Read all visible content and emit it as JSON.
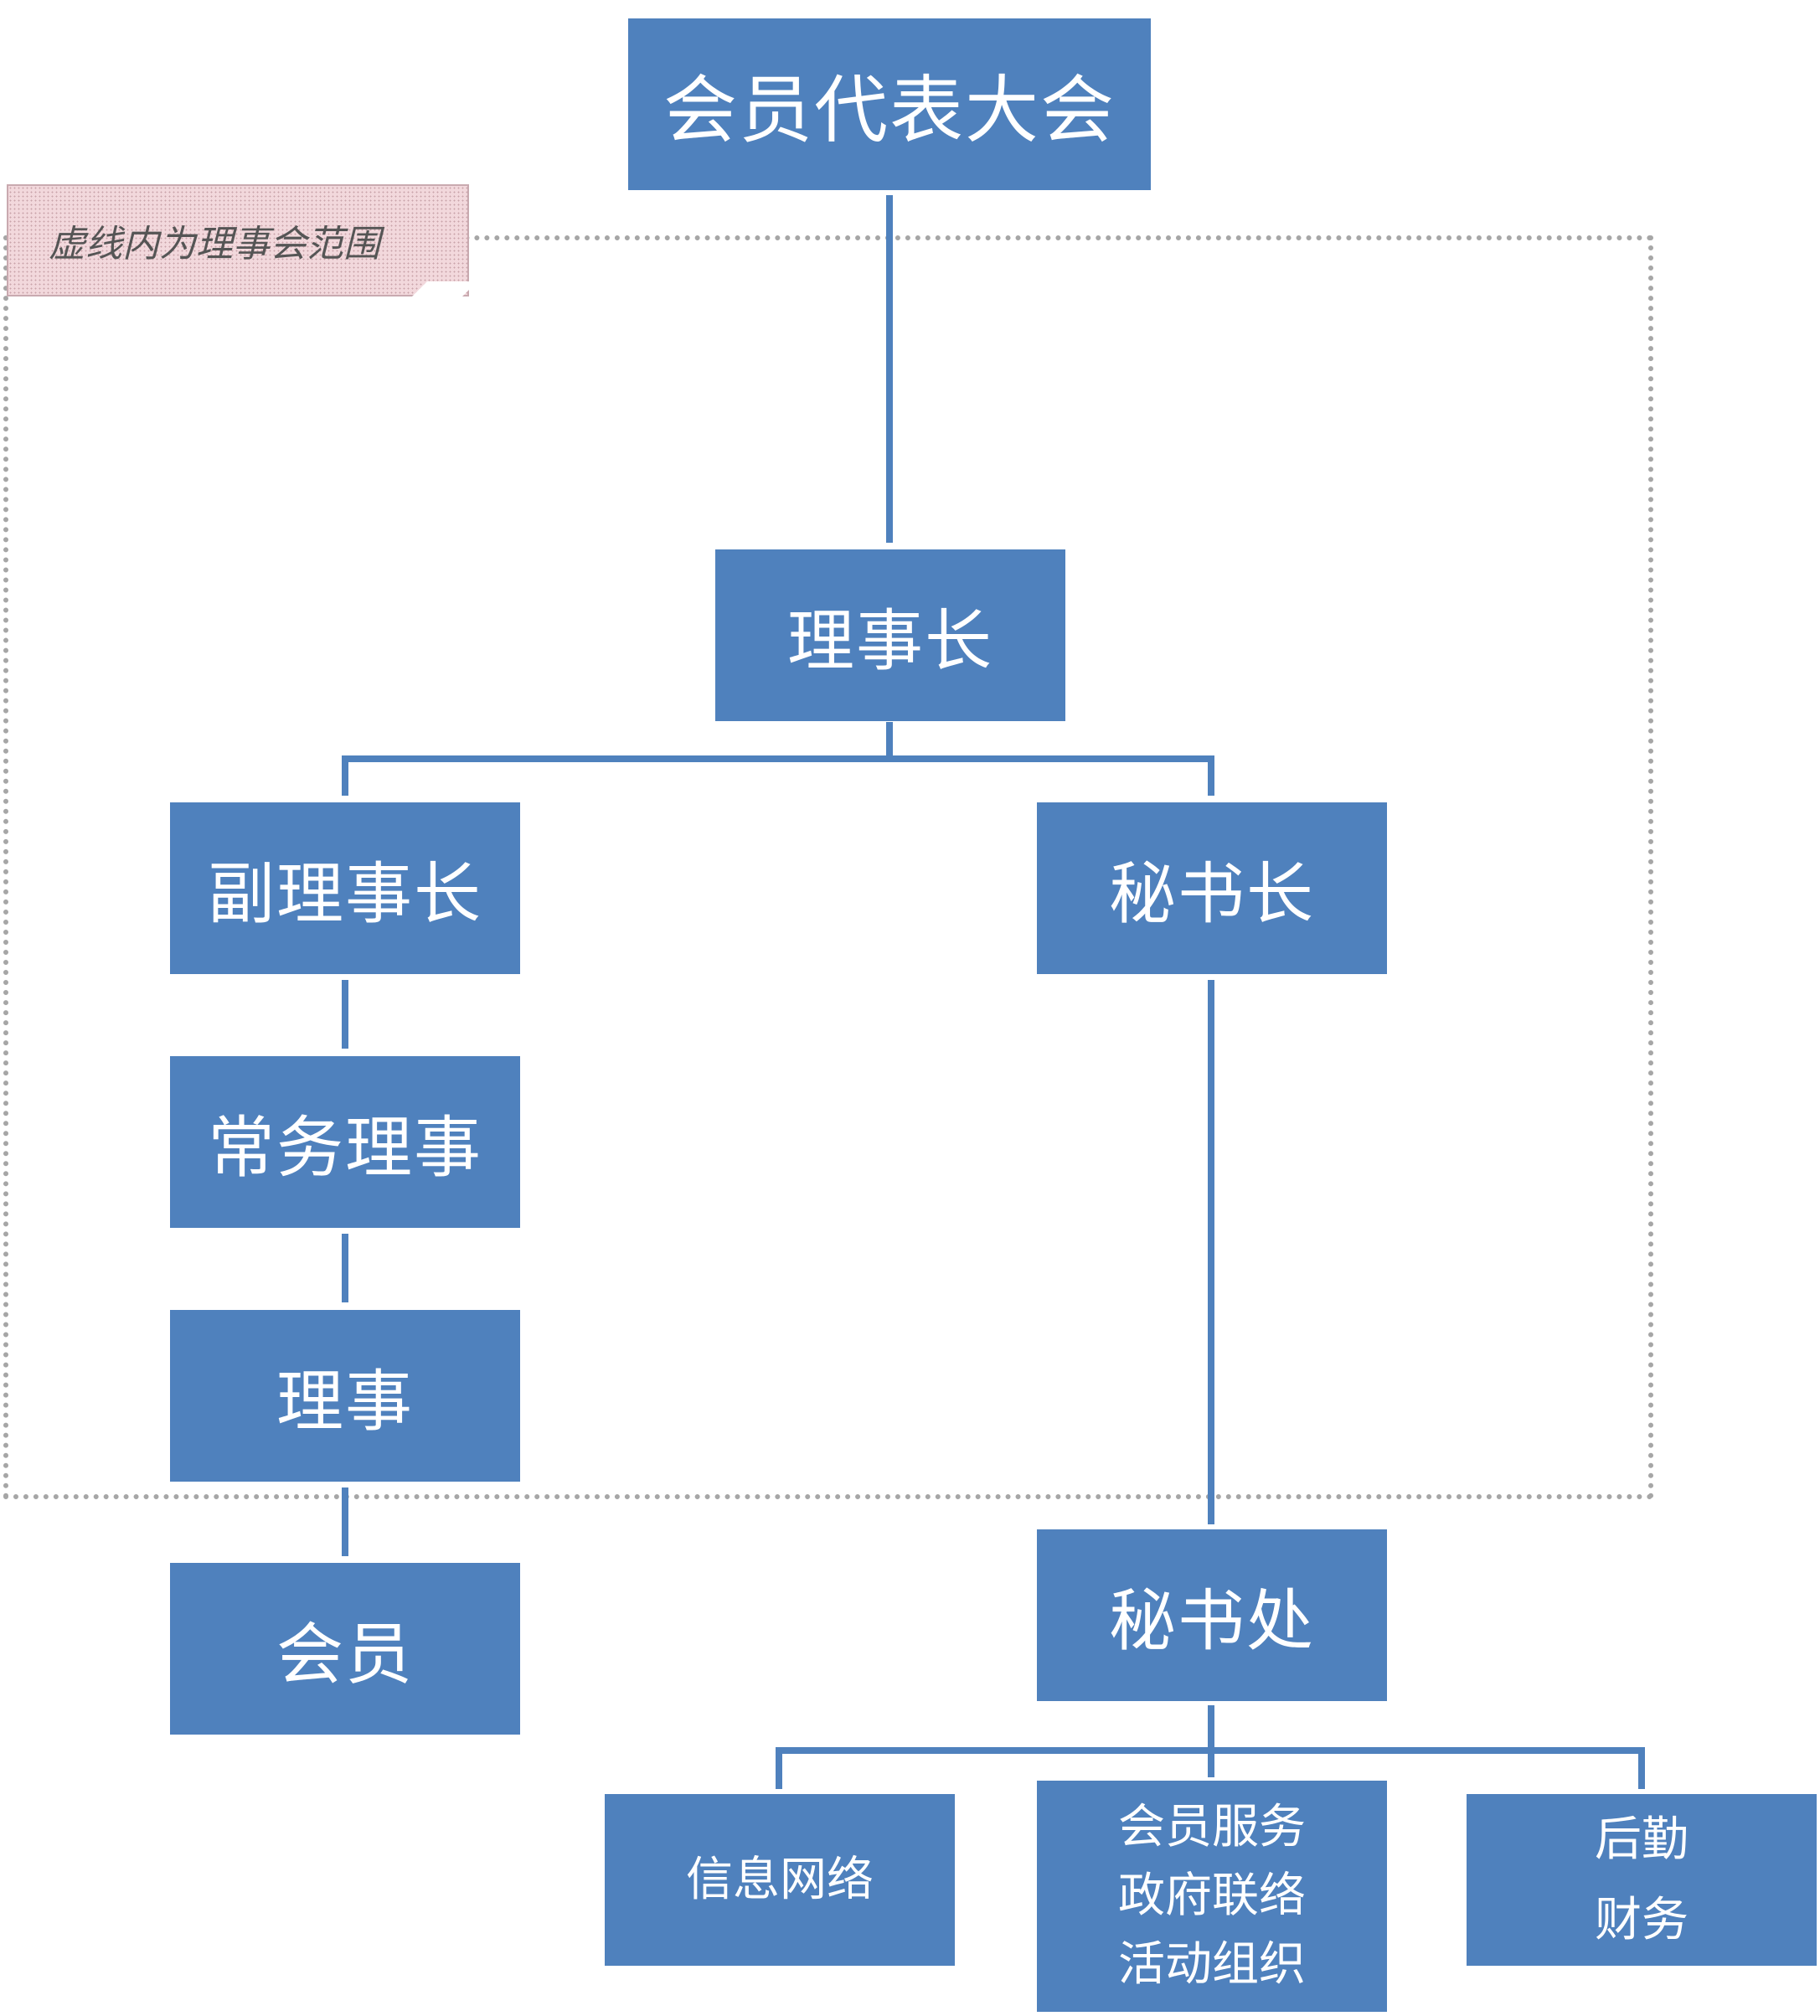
{
  "note": {
    "text": "虚线内为理事会范围"
  },
  "nodes": {
    "general_assembly": "会员代表大会",
    "chairman": "理事长",
    "vice_chairman": "副理事长",
    "secretary_general": "秘书长",
    "executive_director": "常务理事",
    "director": "理事",
    "member": "会员",
    "secretariat": "秘书处",
    "info_network": "信息网络",
    "services": [
      "会员服务",
      "政府联络",
      "活动组织"
    ],
    "logistics": [
      "后勤",
      "财务"
    ]
  },
  "colors": {
    "box": "#4f81bd",
    "line": "#4f81bd",
    "frame": "#a6a6a6",
    "note_bg": "#f2d8dc"
  }
}
